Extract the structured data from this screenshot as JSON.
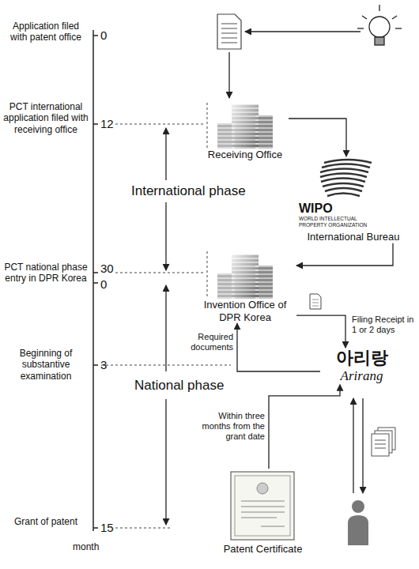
{
  "diagram": {
    "nodes": [
      {
        "text": [
          "Receiving Office"
        ]
      },
      {
        "text": [
          "WIPO",
          "WORLD INTELLECTUAL PROPERTY ORGANIZATION",
          "International Bureau"
        ]
      },
      {
        "text": [
          "Invention Office of DPR Korea"
        ]
      },
      {
        "text": [
          "아리랑",
          "Arirang"
        ]
      },
      {
        "text": [
          "Patent Certificate"
        ]
      }
    ],
    "edges": [
      {
        "from": 0,
        "to": 1,
        "arrow": "to"
      },
      {
        "from": 1,
        "to": 2,
        "arrow": "to"
      },
      {
        "from": 2,
        "to": 3,
        "label": "Filing Receipt in 1 or 2 days",
        "arrow": "to"
      },
      {
        "from": 3,
        "to": 2,
        "label": "Required documents",
        "arrow": "to"
      },
      {
        "from": 4,
        "to": 3,
        "label": "Within three months from the grant date",
        "arrow": "to"
      }
    ],
    "labels": [
      "Application filed with patent office",
      "PCT international application filed with receiving office",
      "PCT national phase entry in DPR Korea",
      "Beginning of substantive examination",
      "Grant of patent",
      "0",
      "12",
      "30",
      "0",
      "3",
      "15",
      "month",
      "International phase",
      "National phase"
    ]
  }
}
